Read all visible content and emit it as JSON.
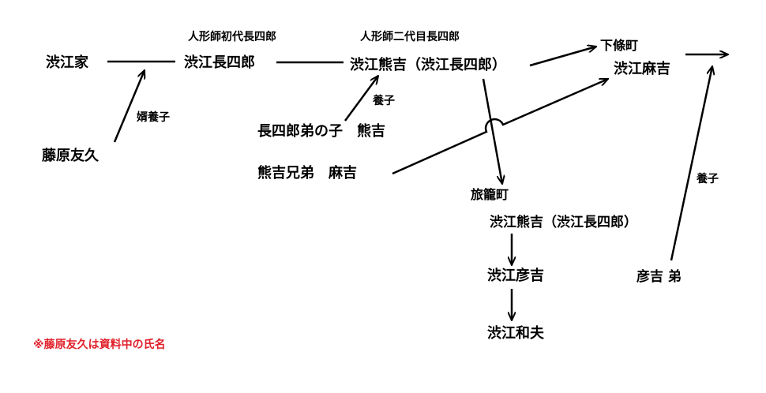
{
  "nodes": {
    "shibue_ke": "渋江家",
    "first_title": "人形師初代長四郎",
    "first_name": "渋江長四郎",
    "second_title": "人形師二代目長四郎",
    "second_name": "渋江熊吉（渋江長四郎）",
    "shimojo_place": "下條町",
    "shimojo_name": "渋江麻吉",
    "mukoyoshi_label": "婿養子",
    "fujiwara": "藤原友久",
    "yoshi_label_1": "養子",
    "nephew": "長四郎弟の子　熊吉",
    "brother": "熊吉兄弟　麻吉",
    "hatago_place": "旅籠町",
    "hatago_name": "渋江熊吉（渋江長四郎）",
    "hikokichi": "渋江彦吉",
    "kazuo": "渋江和夫",
    "yoshi_label_2": "養子",
    "hikokichi_brother": "彦吉 弟"
  },
  "note": "※藤原友久は資料中の氏名",
  "colors": {
    "text": "#000000",
    "note": "#e0202a"
  }
}
